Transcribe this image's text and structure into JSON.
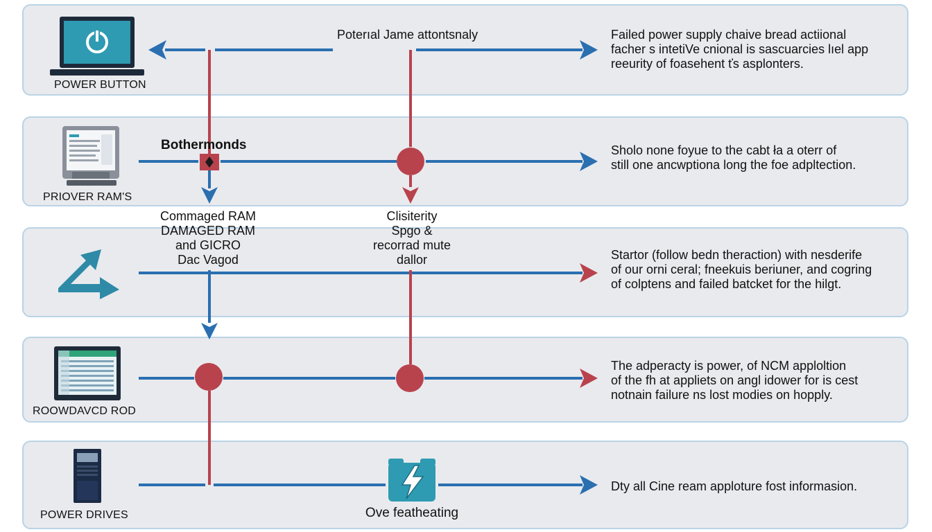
{
  "top_label": "Poterıal Jame attontsnaly",
  "colors": {
    "blue": "#2a6fb0",
    "red": "#b8434d",
    "panel": "#e9eaee",
    "panel_border": "#b9d3e6",
    "teal": "#2e9bb2"
  },
  "rows": [
    {
      "device_label": "POWER BUTTON",
      "device_icon": "laptop-power-icon",
      "description": [
        "Failed power supply chaive bread actiional",
        "facher s intetiVe cnional is sascuarcies lıel app",
        "reeurity of foasehent ťs asplonters."
      ]
    },
    {
      "device_label": "PRIOVER RAM'S",
      "device_icon": "monitor-document-icon",
      "description": [
        "Sholo none foyue to the cabt ła a oterr of",
        "still one ancwptiona long the foe adpltection."
      ]
    },
    {
      "device_label": "",
      "device_icon": "bent-arrow-icon",
      "description": [
        "Startor (follow bedn theraction) with nesderife",
        "of our orni ceral; fneekuis beriuner, and cogring",
        "of colptens and failed batcket for the hilgt."
      ]
    },
    {
      "device_label": "ROOWDAVCD ROD",
      "device_icon": "screen-table-icon",
      "description": [
        "The adperacty is power, of NCM apploltion",
        "of the fh at appliets on angl idower for is cest",
        "notnain failure ns lost modies on hopply."
      ]
    },
    {
      "device_label": "POWER DRIVES",
      "device_icon": "tower-pc-icon",
      "description": [
        "Dty all Cine ream apploture fost informasion."
      ]
    }
  ],
  "labels": {
    "bothermonds": "Bothermonds",
    "damaged": [
      "Commaged RAM",
      "DAMAGED RAM",
      "and GICRO",
      "Dac Vagod"
    ],
    "clisiterity": [
      "Clisiterity",
      "Spgo &",
      "recorrad mute",
      "dallor"
    ],
    "overheating": "Ove featheating"
  }
}
